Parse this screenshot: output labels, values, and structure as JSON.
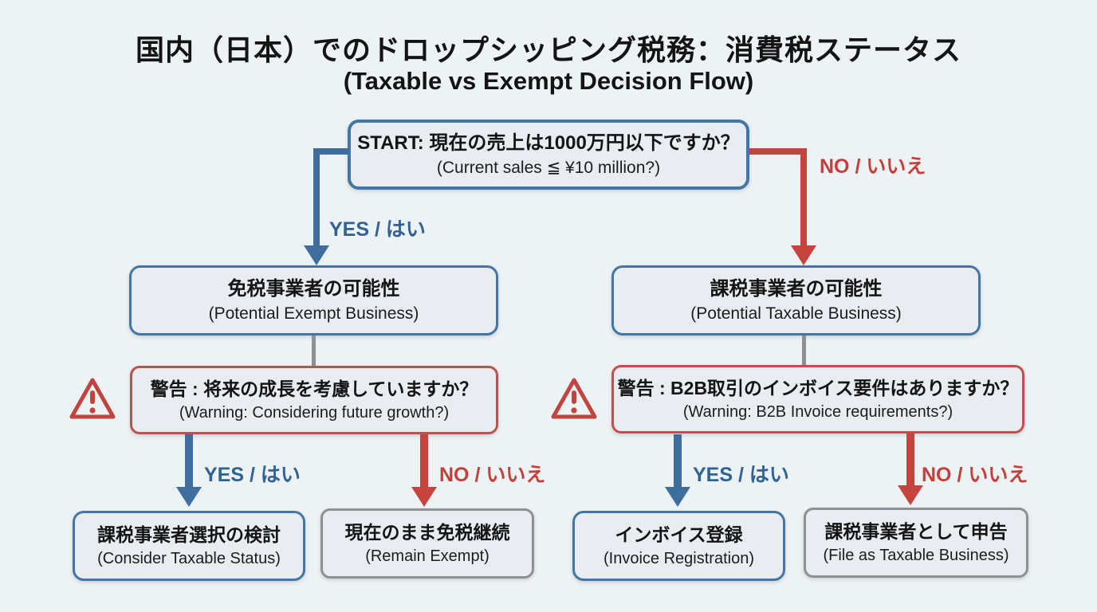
{
  "title": {
    "line1": "国内（日本）でのドロップシッピング税務：消費税ステータス",
    "line2": "(Taxable vs Exempt Decision Flow)"
  },
  "nodes": {
    "start": {
      "jp": "START: 現在の売上は1000万円以下ですか？",
      "en": "(Current sales ≦ ¥10 million?)"
    },
    "exempt": {
      "jp": "免税事業者の可能性",
      "en": "(Potential Exempt Business)"
    },
    "taxable": {
      "jp": "課税事業者の可能性",
      "en": "(Potential Taxable Business)"
    },
    "warning_left": {
      "jp": "警告 : 将来の成長を考慮していますか？",
      "en": "(Warning: Considering future growth?)"
    },
    "warning_right": {
      "jp": "警告 : B2B取引のインボイス要件はありますか？",
      "en": "(Warning: B2B Invoice requirements?)"
    },
    "consider_taxable": {
      "jp": "課税事業者選択の検討",
      "en": "(Consider Taxable Status)"
    },
    "remain_exempt": {
      "jp": "現在のまま免税継続",
      "en": "(Remain Exempt)"
    },
    "invoice_registration": {
      "jp": "インボイス登録",
      "en": "(Invoice Registration)"
    },
    "file_taxable": {
      "jp": "課税事業者として申告",
      "en": "(File as Taxable Business)"
    }
  },
  "edges": {
    "yes_label": "YES / はい",
    "no_label": "NO / いいえ"
  },
  "colors": {
    "blue": "#3e6d9e",
    "border-blue": "#4276a6",
    "red": "#c7433e",
    "border-red": "#c2504a",
    "gray": "#8d9194",
    "bg": "#edf2f4",
    "boxfill": "#e9edf1"
  }
}
